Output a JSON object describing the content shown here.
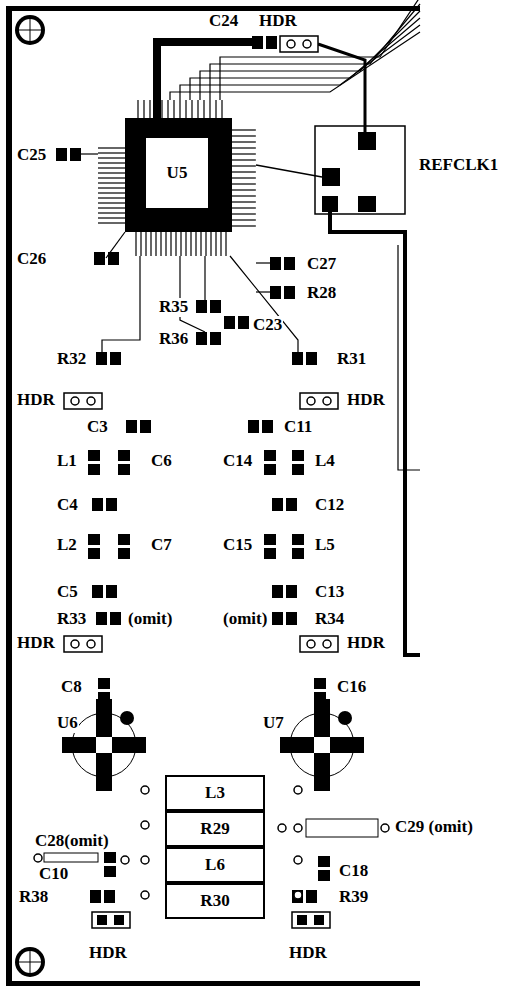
{
  "diagram": {
    "nodes": [
      {
        "text": [
          "U5"
        ]
      },
      {
        "text": [
          "L3"
        ]
      },
      {
        "text": [
          "R29"
        ]
      },
      {
        "text": [
          "L6"
        ]
      },
      {
        "text": [
          "R30"
        ]
      }
    ],
    "labels": [
      "C24",
      "HDR",
      "C25",
      "REFCLK1",
      "C26",
      "C27",
      "R35",
      "R28",
      "C23",
      "R36",
      "R32",
      "R31",
      "HDR",
      "HDR",
      "C3",
      "C11",
      "L1",
      "C6",
      "C14",
      "L4",
      "C4",
      "C12",
      "L2",
      "C7",
      "C15",
      "L5",
      "C5",
      "C13",
      "R33",
      "(omit)",
      "(omit)",
      "R34",
      "HDR",
      "HDR",
      "C8",
      "C16",
      "U6",
      "U7",
      "C29 (omit)",
      "C28(omit)",
      "C10",
      "C18",
      "R38",
      "R39",
      "HDR",
      "HDR"
    ]
  }
}
